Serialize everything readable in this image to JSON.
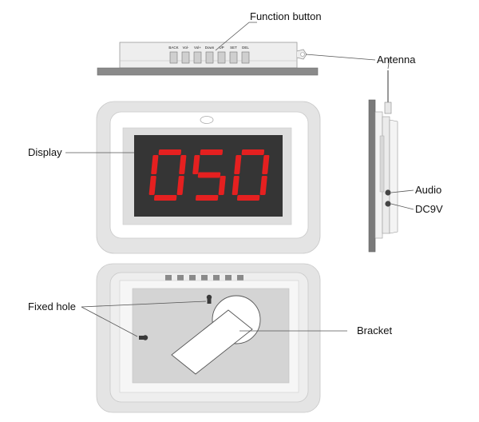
{
  "callouts": {
    "function_button": "Function button",
    "antenna": "Antenna",
    "display": "Display",
    "audio": "Audio",
    "dc9v": "DC9V",
    "fixed_hole": "Fixed hole",
    "bracket": "Bracket"
  },
  "buttons": [
    "BACK",
    "Vol-",
    "Vol+",
    "Down",
    "UP",
    "SET",
    "DEL"
  ],
  "display_value": "050",
  "colors": {
    "display_digits": "#e52020",
    "display_screen": "#353535",
    "body_gray": "#e4e4e4"
  }
}
